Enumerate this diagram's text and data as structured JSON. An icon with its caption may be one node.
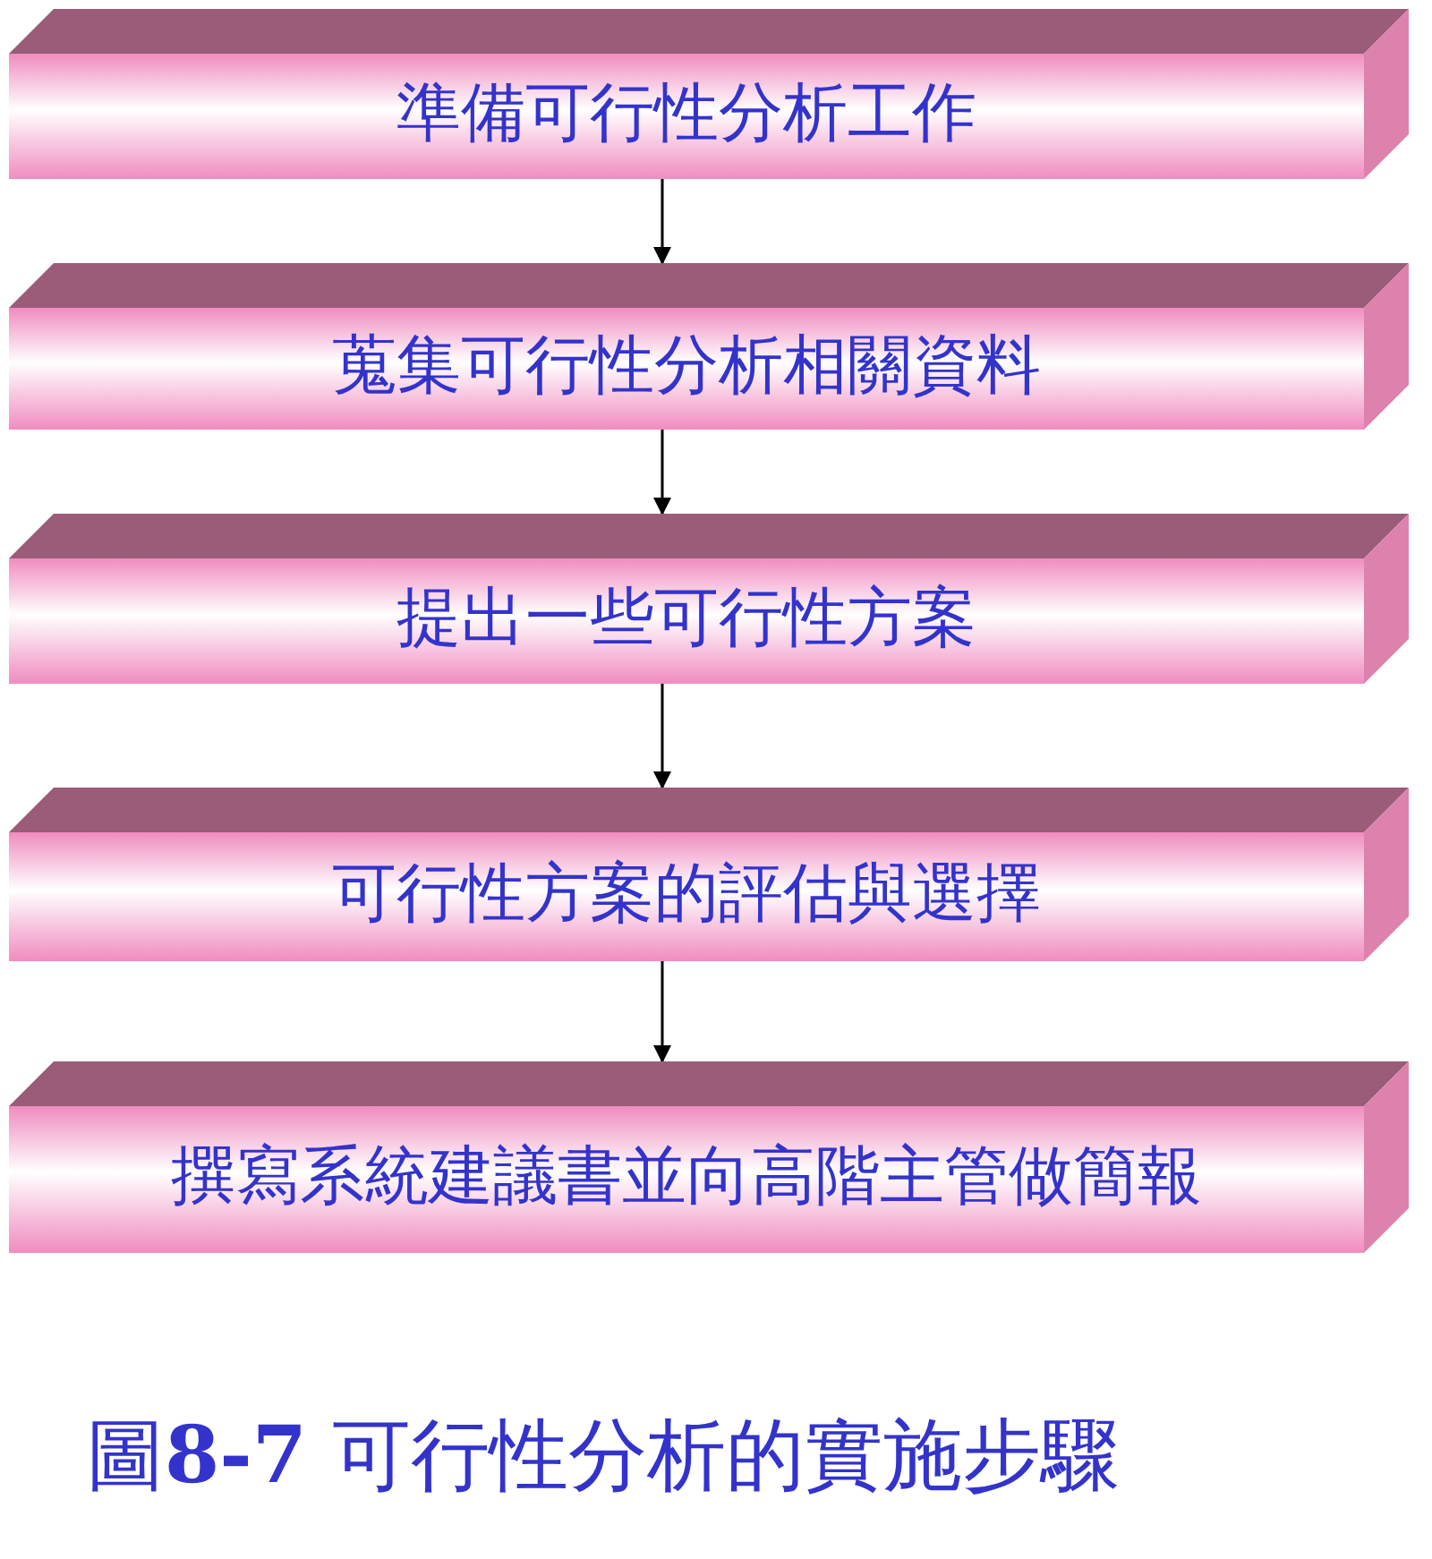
{
  "diagram": {
    "caption": "圖**8-7** 可行性分析的實施步驟",
    "nodes": [
      {
        "text": [
          "準備可行性分析工作"
        ]
      },
      {
        "text": [
          "蒐集可行性分析相關資料"
        ]
      },
      {
        "text": [
          "提出一些可行性方案"
        ]
      },
      {
        "text": [
          "可行性方案的評估與選擇"
        ]
      },
      {
        "text": [
          "撰寫系統建議書並向高階主管做簡報"
        ]
      }
    ],
    "edges": [
      {
        "from": 0,
        "to": 1,
        "arrow": "to"
      },
      {
        "from": 1,
        "to": 2,
        "arrow": "to"
      },
      {
        "from": 2,
        "to": 3,
        "arrow": "to"
      },
      {
        "from": 3,
        "to": 4,
        "arrow": "to"
      }
    ]
  }
}
